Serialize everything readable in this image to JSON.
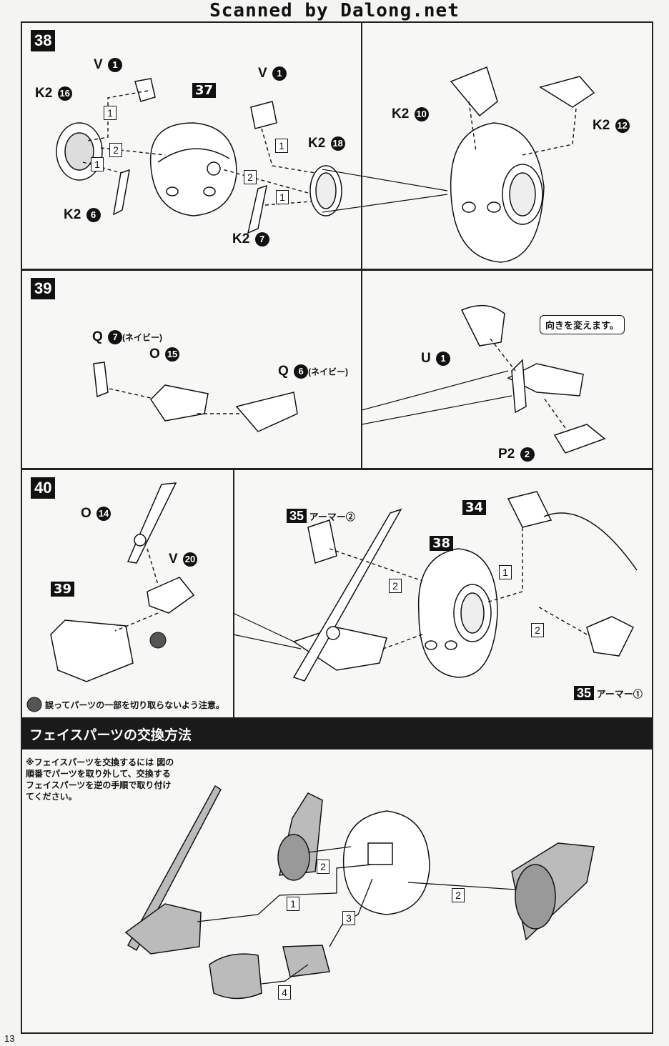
{
  "header": {
    "title": "Scanned by Dalong.net"
  },
  "page_number": "13",
  "step38": {
    "number": "38",
    "labels": {
      "v1a": "V",
      "v1a_num": "1",
      "v1b": "V",
      "v1b_num": "1",
      "k2_16": "K2",
      "k2_16_num": "16",
      "k2_18": "K2",
      "k2_18_num": "18",
      "k2_6": "K2",
      "k2_6_num": "6",
      "k2_7": "K2",
      "k2_7_num": "7",
      "k2_10": "K2",
      "k2_10_num": "10",
      "k2_12": "K2",
      "k2_12_num": "12",
      "ref37": "37"
    },
    "steps": [
      "1",
      "2",
      "1",
      "1",
      "2",
      "1"
    ]
  },
  "step39": {
    "number": "39",
    "labels": {
      "q7": "Q",
      "q7_num": "7",
      "q7_note": "(ネイビー)",
      "o15": "O",
      "o15_num": "15",
      "q6": "Q",
      "q6_num": "6",
      "q6_note": "(ネイビー)",
      "u1": "U",
      "u1_num": "1",
      "p2": "P2",
      "p2_num": "2"
    },
    "callout": "向きを変えます。"
  },
  "step40": {
    "number": "40",
    "labels": {
      "o14": "O",
      "o14_num": "14",
      "v20": "V",
      "v20_num": "20",
      "ref39": "39",
      "ref35a": "35",
      "ref35a_text": "アーマー②",
      "ref38": "38",
      "ref34": "34",
      "ref35b": "35",
      "ref35b_text": "アーマー①"
    },
    "steps": [
      "2",
      "1",
      "2"
    ],
    "caution": "誤ってパーツの一部を切り取らないよう注意。"
  },
  "face_swap": {
    "title": "フェイスパーツの交換方法",
    "note": "※フェイスパーツを交換するには 図の順番でパーツを取り外して、交換するフェイスパーツを逆の手順で取り付けてください。",
    "steps": [
      "2",
      "1",
      "3",
      "2",
      "4"
    ]
  }
}
